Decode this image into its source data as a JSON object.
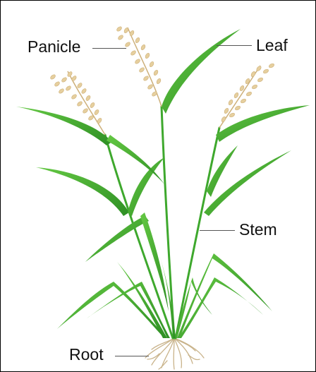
{
  "labels": {
    "panicle": "Panicle",
    "leaf": "Leaf",
    "stem": "Stem",
    "root": "Root"
  },
  "colors": {
    "leaf_light": "#5cc13e",
    "leaf_dark": "#2e8f24",
    "grain": "#e6cf9e",
    "grain_dark": "#cdb07a",
    "root": "#c9b38a",
    "leader_line": "#555555",
    "border": "#000000"
  }
}
